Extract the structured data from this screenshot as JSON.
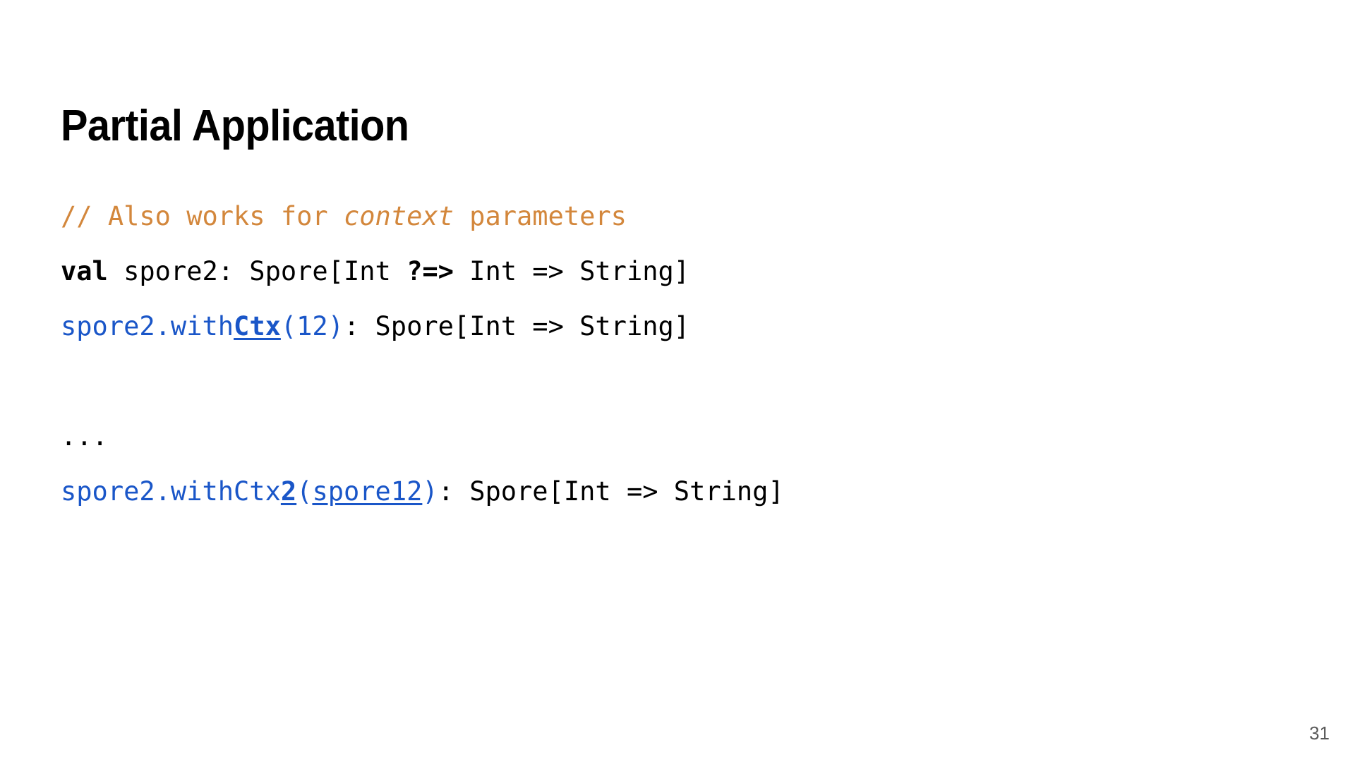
{
  "slide": {
    "title": "Partial Application",
    "page_number": "31",
    "colors": {
      "background": "#ffffff",
      "text": "#000000",
      "comment_orange": "#d3873c",
      "link_blue": "#1a56c8",
      "page_number_gray": "#595959"
    },
    "code": {
      "lines": [
        {
          "id": "line-comment",
          "tokens": [
            {
              "text": "// Also works for ",
              "style": "comment"
            },
            {
              "text": "context",
              "style": "comment-italic"
            },
            {
              "text": " parameters",
              "style": "comment"
            }
          ],
          "plain_text": "// Also works for context parameters"
        },
        {
          "id": "line-val-spore2",
          "tokens": [
            {
              "text": "val",
              "style": "keyword"
            },
            {
              "text": " spore2: Spore[Int ",
              "style": "plain"
            },
            {
              "text": "?=>",
              "style": "bold"
            },
            {
              "text": " Int => String]",
              "style": "plain"
            }
          ],
          "plain_text": "val spore2: Spore[Int ?=> Int => String]"
        },
        {
          "id": "line-withctx-12",
          "tokens": [
            {
              "text": "spore2.with",
              "style": "link"
            },
            {
              "text": "Ctx",
              "style": "link-strong"
            },
            {
              "text": "(12)",
              "style": "link"
            },
            {
              "text": ": Spore[Int => String]",
              "style": "plain"
            }
          ],
          "plain_text": "spore2.withCtx(12): Spore[Int => String]"
        },
        {
          "id": "line-blank-1",
          "tokens": [],
          "plain_text": ""
        },
        {
          "id": "line-ellipsis",
          "tokens": [
            {
              "text": "...",
              "style": "plain"
            }
          ],
          "plain_text": "..."
        },
        {
          "id": "line-withctx2-spore12",
          "tokens": [
            {
              "text": "spore2.withCtx",
              "style": "link"
            },
            {
              "text": "2",
              "style": "link-strong"
            },
            {
              "text": "(",
              "style": "link"
            },
            {
              "text": "spore12",
              "style": "link-underline"
            },
            {
              "text": ")",
              "style": "link"
            },
            {
              "text": ": Spore[Int => String]",
              "style": "plain"
            }
          ],
          "plain_text": "spore2.withCtx2(spore12): Spore[Int => String]"
        }
      ]
    }
  }
}
